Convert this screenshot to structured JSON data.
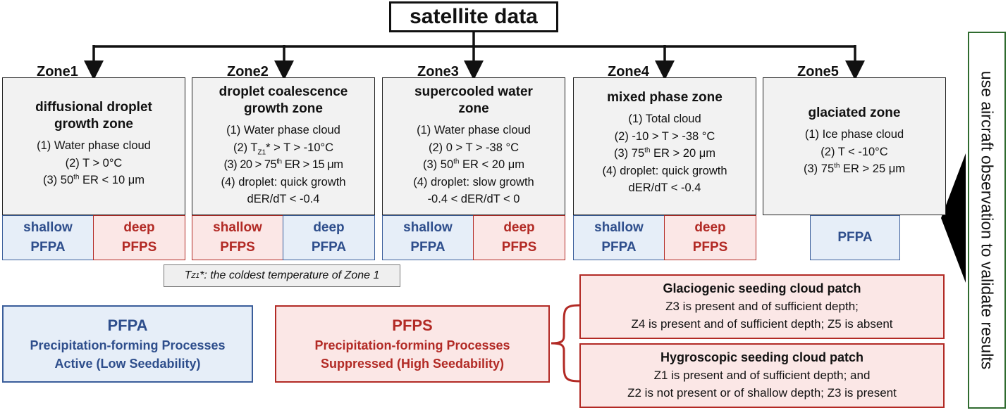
{
  "top": {
    "title": "satellite data"
  },
  "zones": [
    {
      "label": "Zone1",
      "title": [
        "diffusional droplet",
        "growth zone"
      ],
      "criteria": [
        [
          "(1) Water phase cloud"
        ],
        [
          "(2) T > 0°C"
        ],
        [
          "(3) 50",
          "th",
          " ER < 10 μm"
        ]
      ],
      "tags": [
        {
          "line1": "shallow",
          "line2": "PFPA",
          "color": "blue"
        },
        {
          "line1": "deep",
          "line2": "PFPS",
          "color": "red"
        }
      ]
    },
    {
      "label": "Zone2",
      "title": [
        "droplet coalescence",
        "growth zone"
      ],
      "criteria": [
        [
          "(1) Water phase cloud"
        ],
        [
          "(2) T",
          "Z1",
          "* > T > -10°C"
        ],
        [
          "(3) 20 > 75",
          "th",
          " ER > 15 μm"
        ],
        [
          "(4) droplet: quick growth"
        ],
        [
          "dER/dT < -0.4"
        ]
      ],
      "tags": [
        {
          "line1": "shallow",
          "line2": "PFPS",
          "color": "red"
        },
        {
          "line1": "deep",
          "line2": "PFPA",
          "color": "blue"
        }
      ]
    },
    {
      "label": "Zone3",
      "title": [
        "supercooled water",
        "zone"
      ],
      "criteria": [
        [
          "(1) Water phase cloud"
        ],
        [
          "(2) 0 > T > -38 °C"
        ],
        [
          "(3) 50",
          "th",
          " ER < 20 μm"
        ],
        [
          "(4) droplet: slow growth"
        ],
        [
          "-0.4 < dER/dT < 0"
        ]
      ],
      "tags": [
        {
          "line1": "shallow",
          "line2": "PFPA",
          "color": "blue"
        },
        {
          "line1": "deep",
          "line2": "PFPS",
          "color": "red"
        }
      ]
    },
    {
      "label": "Zone4",
      "title": [
        "mixed phase zone"
      ],
      "criteria": [
        [
          "(1) Total cloud"
        ],
        [
          "(2) -10 > T > -38 °C"
        ],
        [
          "(3) 75",
          "th",
          " ER > 20 μm"
        ],
        [
          "(4) droplet: quick growth"
        ],
        [
          "dER/dT < -0.4"
        ]
      ],
      "tags": [
        {
          "line1": "shallow",
          "line2": "PFPA",
          "color": "blue"
        },
        {
          "line1": "deep",
          "line2": "PFPS",
          "color": "red"
        }
      ]
    },
    {
      "label": "Zone5",
      "title": [
        "glaciated zone"
      ],
      "criteria": [
        [
          "(1) Ice phase cloud"
        ],
        [
          "(2) T < -10°C"
        ],
        [
          "(3) 75",
          "th",
          " ER  > 25 μm"
        ]
      ],
      "tags": [
        {
          "line1": "PFPA",
          "line2": "",
          "color": "blue"
        }
      ]
    }
  ],
  "note": {
    "t": "T",
    "sub": "Z1",
    "rest": "*: the coldest temperature of Zone 1"
  },
  "legend_pfpa": {
    "title": "PFPA",
    "line1": "Precipitation-forming Processes",
    "line2": "Active (Low Seedability)"
  },
  "legend_pfps": {
    "title": "PFPS",
    "line1": "Precipitation-forming Processes",
    "line2": "Suppressed (High Seedability)"
  },
  "patches": [
    {
      "title": "Glaciogenic seeding cloud patch",
      "line1": "Z3 is present and of sufficient depth;",
      "line2": "Z4 is present and of sufficient depth; Z5 is absent"
    },
    {
      "title": "Hygroscopic seeding cloud patch",
      "line1": "Z1 is present and of sufficient depth; and",
      "line2": "Z2 is not present or of shallow depth; Z3 is present"
    }
  ],
  "side": {
    "text": "use aircraft observation to validate results"
  },
  "colors": {
    "blue": "#2e4e8c",
    "red": "#b22a25",
    "green": "#2f6b2f",
    "zone_bg": "#f2f2f2"
  }
}
